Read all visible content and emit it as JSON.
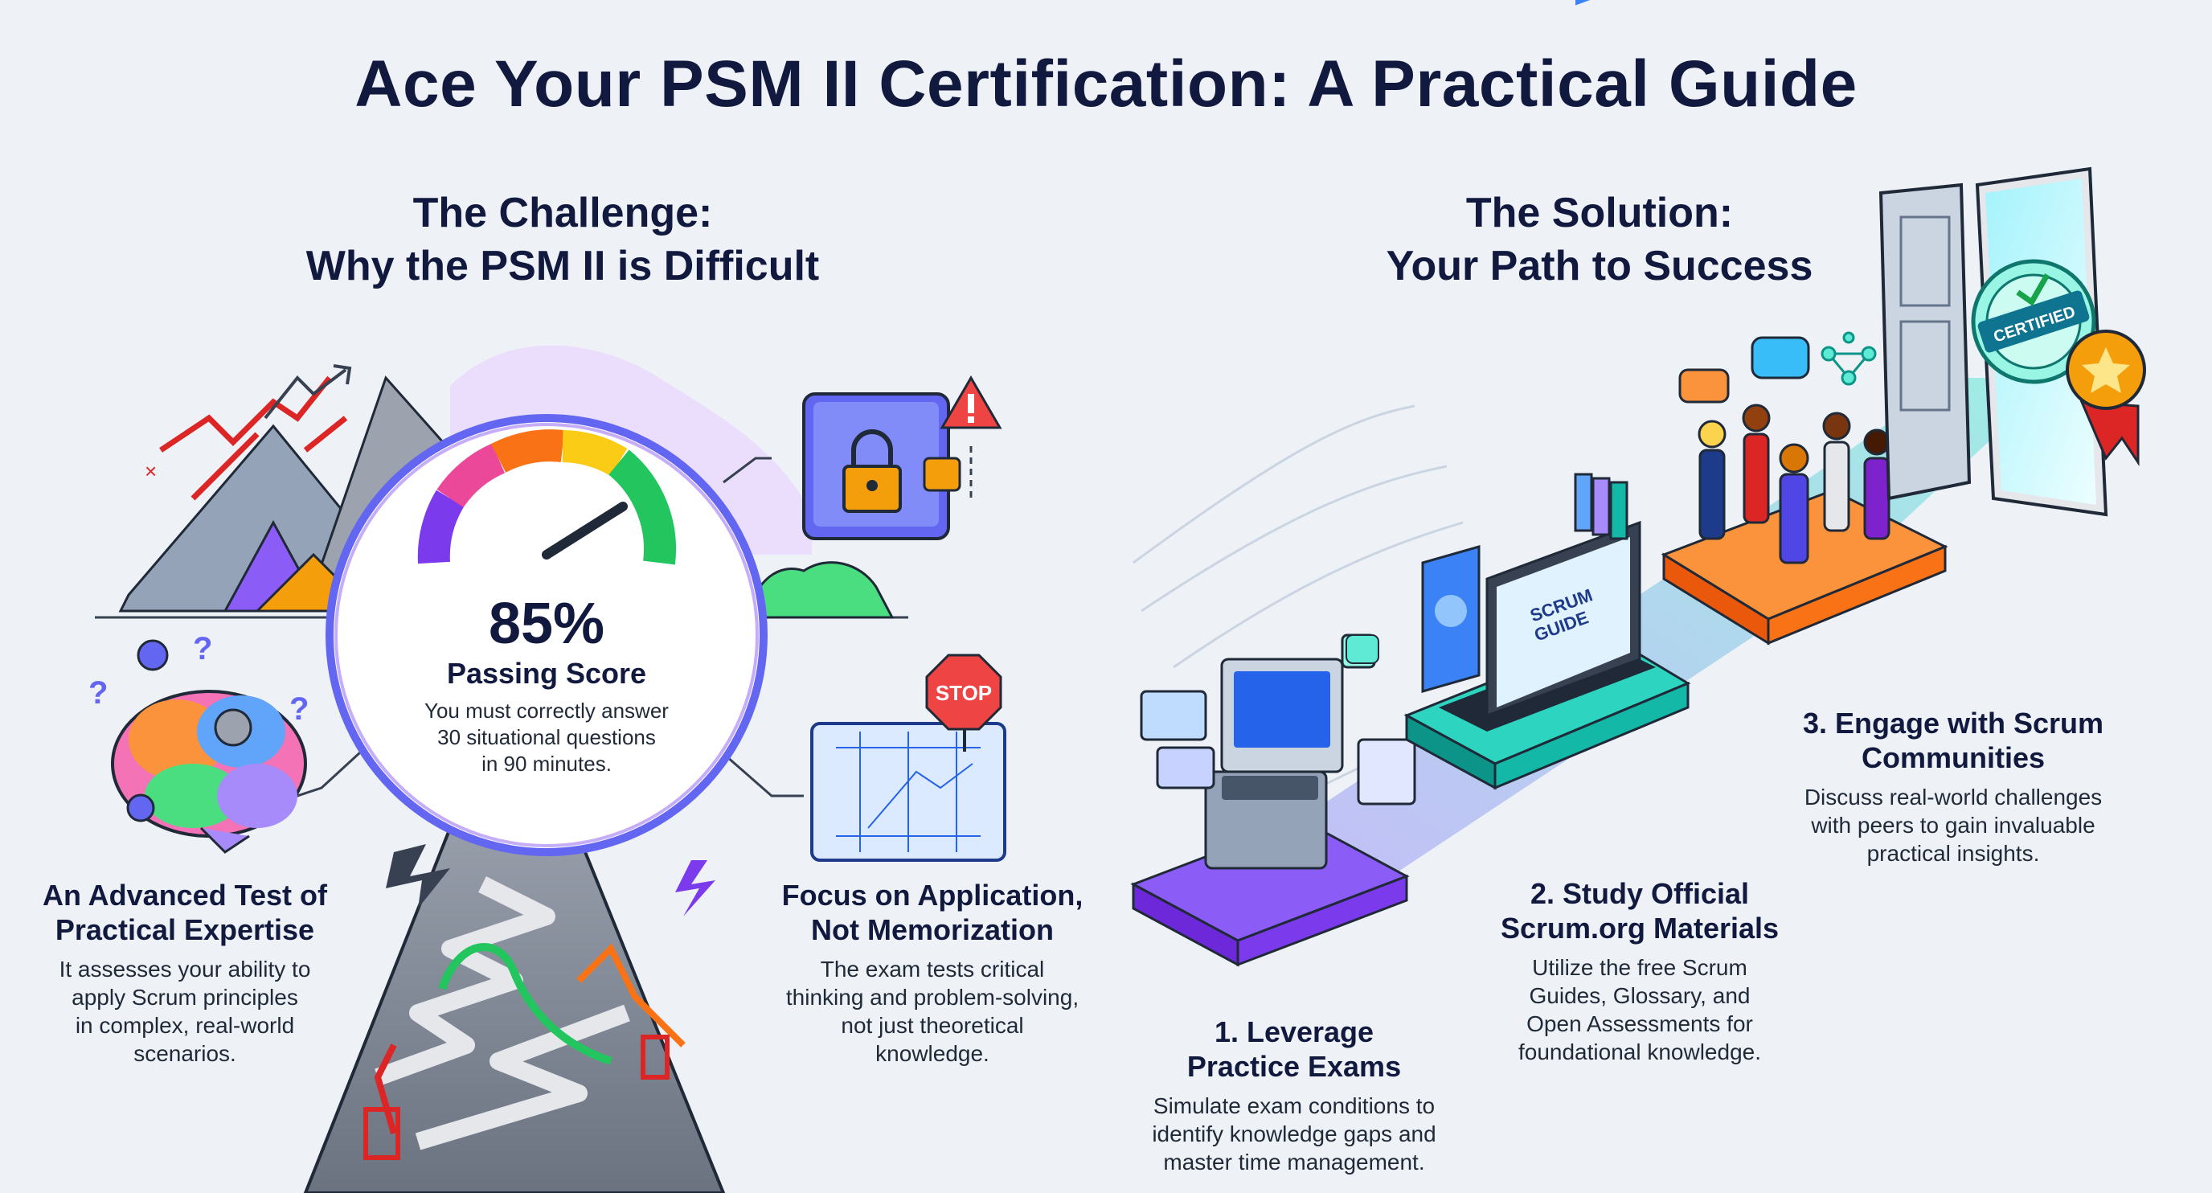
{
  "title": "Ace Your PSM II Certification: A Practical Guide",
  "challenge": {
    "heading_line1": "The Challenge:",
    "heading_line2": "Why the PSM II is Difficult"
  },
  "solution": {
    "heading_line1": "The Solution:",
    "heading_line2": "Your Path to Success"
  },
  "gauge": {
    "value": "85%",
    "label": "Passing Score",
    "desc_line1": "You must correctly answer",
    "desc_line2": "30 situational questions",
    "desc_line3": "in 90 minutes.",
    "level": 0.85
  },
  "advanced_test": {
    "title_line1": "An Advanced Test of",
    "title_line2": "Practical Expertise",
    "desc_line1": "It assesses your ability to",
    "desc_line2": "apply Scrum principles",
    "desc_line3": "in complex, real-world",
    "desc_line4": "scenarios."
  },
  "application": {
    "title_line1": "Focus on Application,",
    "title_line2": "Not Memorization",
    "desc_line1": "The exam tests critical",
    "desc_line2": "thinking and problem-solving,",
    "desc_line3": "not just theoretical",
    "desc_line4": "knowledge."
  },
  "step1": {
    "title_line1": "1. Leverage",
    "title_line2": "Practice Exams",
    "desc_line1": "Simulate exam conditions to",
    "desc_line2": "identify knowledge gaps and",
    "desc_line3": "master time management."
  },
  "step2": {
    "title_line1": "2. Study Official",
    "title_line2": "Scrum.org Materials",
    "desc_line1": "Utilize the free Scrum",
    "desc_line2": "Guides, Glossary, and",
    "desc_line3": "Open Assessments for",
    "desc_line4": "foundational knowledge."
  },
  "step3": {
    "title_line1": "3. Engage with Scrum",
    "title_line2": "Communities",
    "desc_line1": "Discuss real-world challenges",
    "desc_line2": "with peers to gain invaluable",
    "desc_line3": "practical insights."
  },
  "illustration_text": {
    "stop_sign": "STOP",
    "laptop_logo_line1": "SCRUM",
    "laptop_logo_line2": "GUIDE",
    "badge": "CERTIFIED"
  },
  "colors": {
    "heading": "#111a3e",
    "purple": "#7c4ddb",
    "teal": "#14b8a6",
    "orange": "#f59e0b",
    "red": "#dc2626"
  }
}
